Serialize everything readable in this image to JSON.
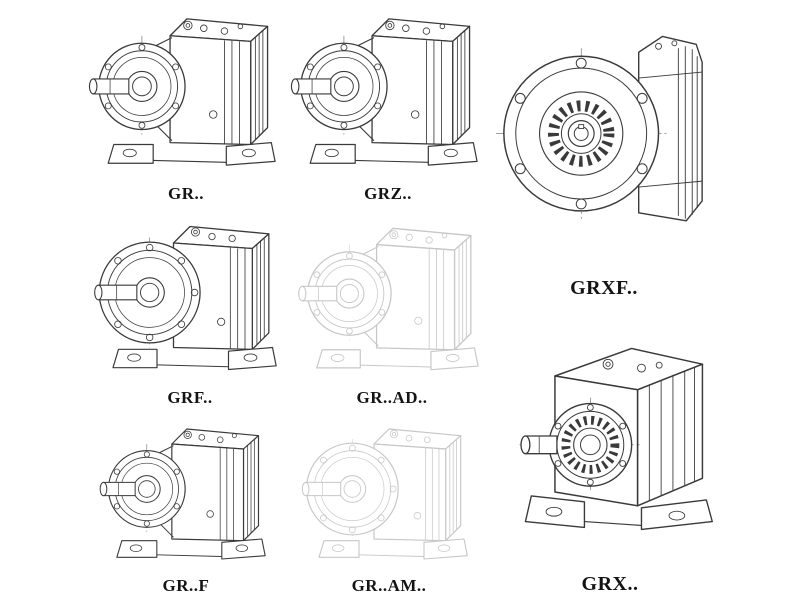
{
  "page": {
    "background": "#ffffff",
    "line_color": "#3a3a3a",
    "ghost_line_color": "#c7c7c7",
    "label_color": "#141414",
    "description": "Catalog sheet of helical gear reducer model line drawings"
  },
  "items": [
    {
      "id": "gr",
      "label": "GR..",
      "drawing": "foot-mounted-gear-unit-drawing",
      "ghost": false
    },
    {
      "id": "grz",
      "label": "GRZ..",
      "drawing": "foot-mounted-gear-unit-drawing",
      "ghost": false
    },
    {
      "id": "grxf",
      "label": "GRXF..",
      "drawing": "flange-front-gear-unit-drawing",
      "ghost": false
    },
    {
      "id": "grf",
      "label": "GRF..",
      "drawing": "flange-mounted-gear-unit-drawing",
      "ghost": false
    },
    {
      "id": "grad",
      "label": "GR..AD..",
      "drawing": "adapter-gear-unit-ghost-drawing",
      "ghost": true
    },
    {
      "id": "grx",
      "label": "GRX..",
      "drawing": "large-foot-mounted-gear-unit-drawing",
      "ghost": false
    },
    {
      "id": "grf2",
      "label": "GR..F",
      "drawing": "foot-mounted-gear-unit-drawing",
      "ghost": false
    },
    {
      "id": "gram",
      "label": "GR..AM..",
      "drawing": "motor-adapter-gear-unit-ghost-drawing",
      "ghost": true
    }
  ]
}
